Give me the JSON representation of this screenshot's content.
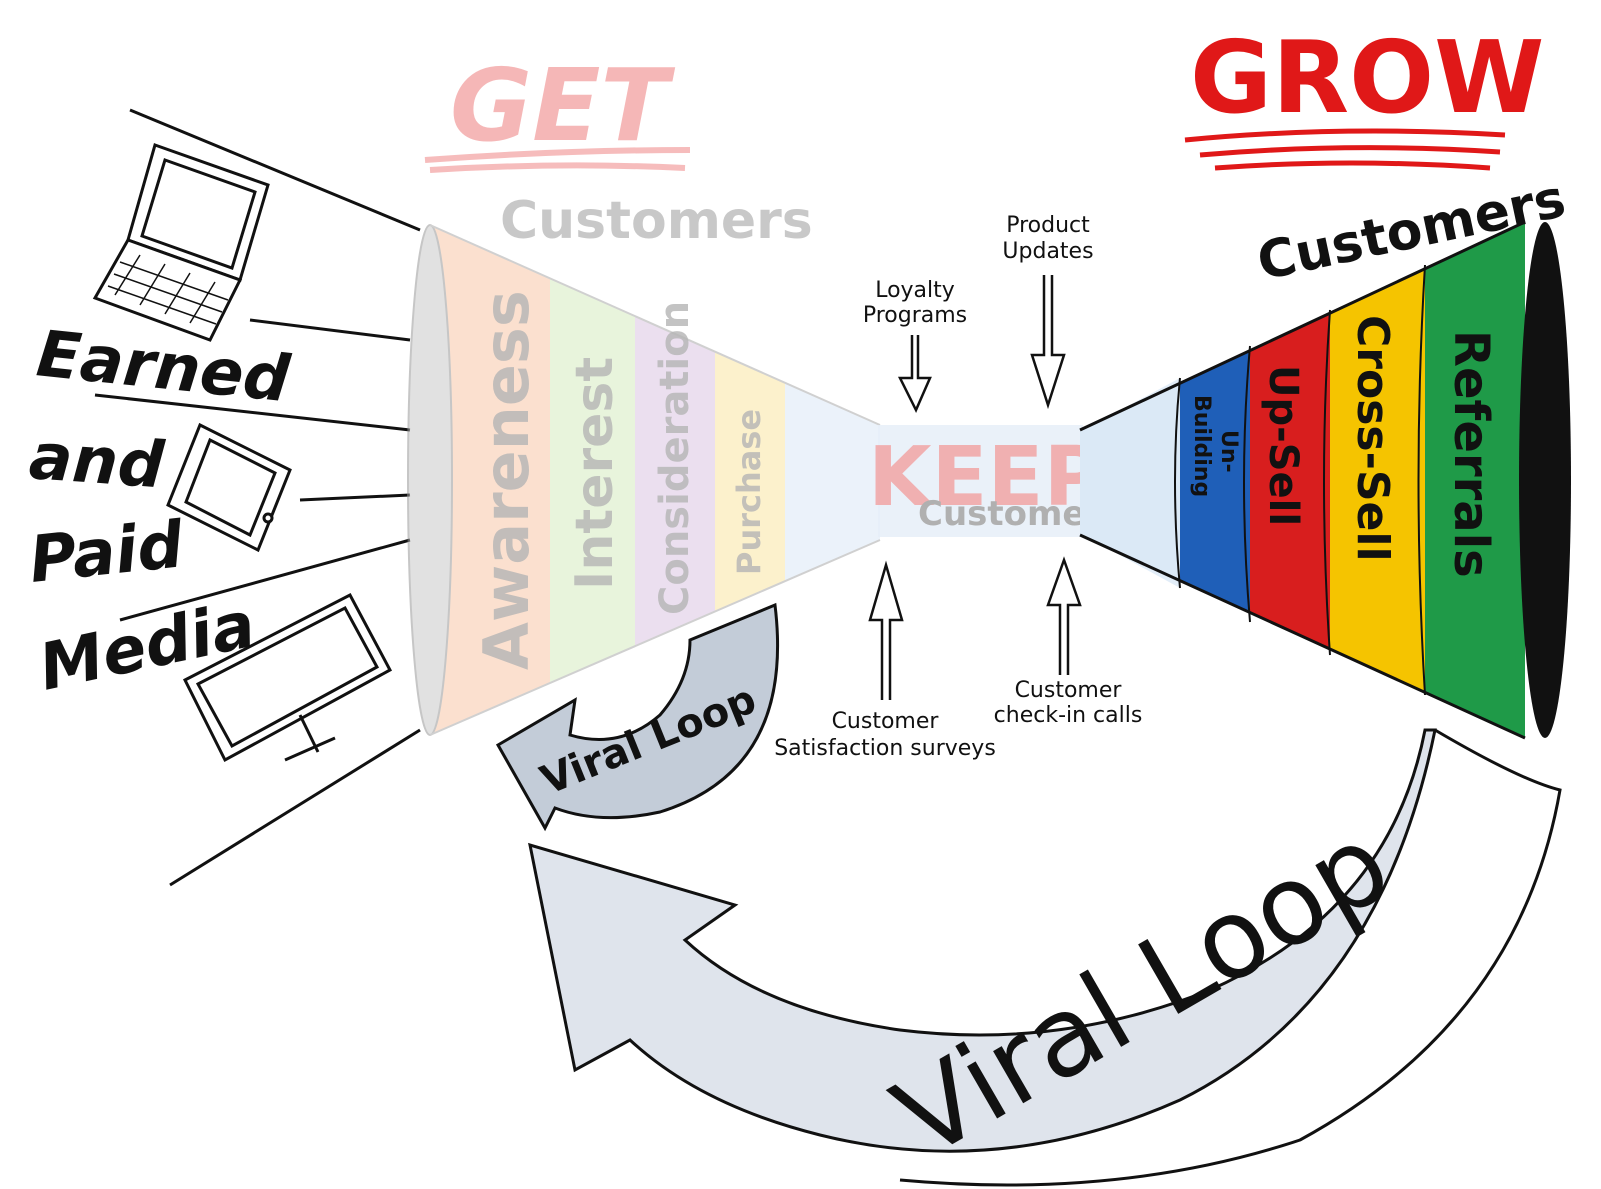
{
  "colors": {
    "get_red": "#f2a0a0",
    "grow_red": "#e01818",
    "awareness": "#f9c8a8",
    "interest": "#d6ecc0",
    "consideration": "#dcc6e2",
    "purchase": "#fbe6a4",
    "keep_tube": "#dbe9f6",
    "building": "#1f5fb8",
    "upsell": "#d81e1e",
    "crosssell": "#f5c400",
    "referrals": "#1f9a48",
    "arrow_fill": "#8e9bb0",
    "ink": "#111111"
  },
  "left_label": [
    "Earned",
    "and",
    "Paid",
    "Media"
  ],
  "get": {
    "title": "GET",
    "subtitle": "Customers"
  },
  "get_stages": [
    "Awareness",
    "Interest",
    "Consideration",
    "Purchase"
  ],
  "keep": {
    "title": "KEEP",
    "subtitle": "Customers"
  },
  "keep_inputs_top": [
    {
      "label_lines": [
        "Loyalty",
        "Programs"
      ]
    },
    {
      "label_lines": [
        "Product",
        "Updates"
      ]
    }
  ],
  "keep_inputs_bottom": [
    {
      "label_lines": [
        "Customer",
        "Satisfaction surveys"
      ]
    },
    {
      "label_lines": [
        "Customer",
        "check-in calls"
      ]
    }
  ],
  "grow": {
    "title": "GROW",
    "subtitle": "Customers"
  },
  "grow_stages": [
    {
      "lines": [
        "Un-",
        "Building"
      ]
    },
    {
      "lines": [
        "Up-Sell"
      ]
    },
    {
      "lines": [
        "Cross-Sell"
      ]
    },
    {
      "lines": [
        "Referrals"
      ]
    }
  ],
  "small_loop_label": "Viral Loop",
  "big_loop_label": "Viral Loop",
  "device_icons": [
    "laptop-icon",
    "tablet-icon",
    "monitor-icon"
  ]
}
